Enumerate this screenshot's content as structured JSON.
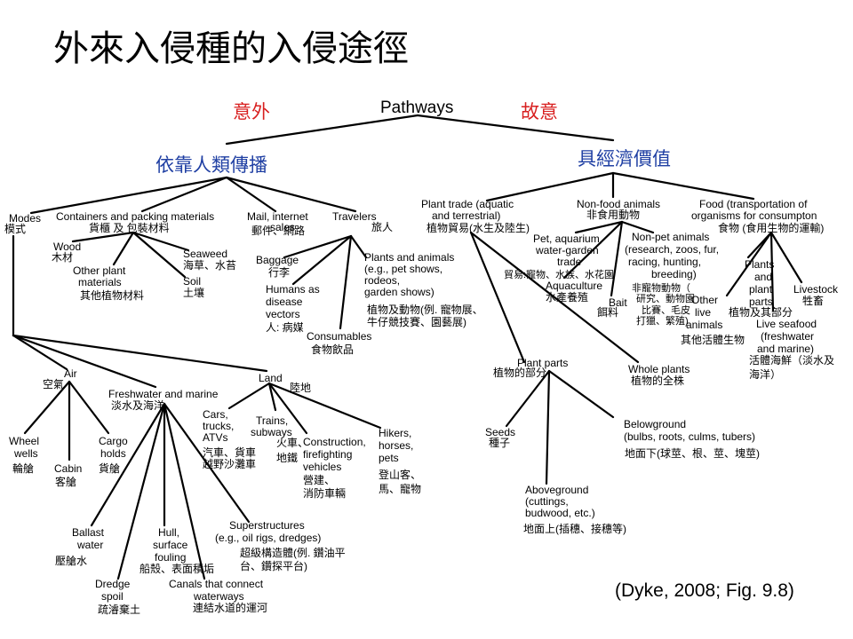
{
  "title": "外來入侵種的入侵途徑",
  "citation": "(Dyke, 2008; Fig. 9.8)",
  "colors": {
    "red": "#d81f1f",
    "blue": "#1f3fa3",
    "line": "#000000"
  },
  "root": {
    "en": "Pathways",
    "accidental_zh": "意外",
    "intentional_zh": "故意"
  },
  "accidental": {
    "label_zh": "依靠人類傳播",
    "modes": {
      "en": "Modes",
      "zh": "模式"
    },
    "containers": {
      "en": "Containers and packing materials",
      "zh": "貨櫃 及 包裝材料",
      "wood_en": "Wood",
      "wood_zh": "木材",
      "other_en_1": "Other plant",
      "other_en_2": "materials",
      "other_zh": "其他植物材料",
      "seaweed_en": "Seaweed",
      "seaweed_zh": "海草、水苔",
      "soil_en": "Soil",
      "soil_zh": "土壤"
    },
    "mail": {
      "en_1": "Mail, internet",
      "en_2": "sales",
      "zh": "郵件、網路"
    },
    "travelers": {
      "en": "Travelers",
      "zh": "旅人",
      "baggage_en": "Baggage",
      "baggage_zh": "行李",
      "humans_en": [
        "Humans as",
        "disease",
        "vectors"
      ],
      "humans_zh": "人: 病媒",
      "consumables_en": "Consumables",
      "consumables_zh": "食物飲品",
      "plants_en": [
        "Plants and animals",
        "(e.g., pet shows,",
        "rodeos,",
        "garden shows)"
      ],
      "plants_zh_1": "植物及動物(例. 寵物展、",
      "plants_zh_2": "牛仔競技賽、園藝展)"
    },
    "air": {
      "en": "Air",
      "zh": "空氣",
      "wheel_en": [
        "Wheel",
        "wells"
      ],
      "wheel_zh": "輪艙",
      "cabin_en": "Cabin",
      "cabin_zh": "客艙",
      "cargo_en": [
        "Cargo",
        "holds"
      ],
      "cargo_zh": "貨艙"
    },
    "marine": {
      "en": "Freshwater and marine",
      "zh": "淡水及海洋",
      "ballast_en": [
        "Ballast",
        "water"
      ],
      "ballast_zh": "壓艙水",
      "dredge_en": [
        "Dredge",
        "spoil"
      ],
      "dredge_zh": "疏濬棄土",
      "hull_en": [
        "Hull,",
        "surface",
        "fouling"
      ],
      "hull_zh": "船殼、表面積垢",
      "canals_en": [
        "Canals that connect",
        "waterways"
      ],
      "canals_zh": "連結水道的運河",
      "super_en": [
        "Superstructures",
        "(e.g., oil rigs, dredges)"
      ],
      "super_zh_1": "超級構造體(例. 鑽油平",
      "super_zh_2": "台、鑽探平台)"
    },
    "land": {
      "en": "Land",
      "zh": "陸地",
      "cars_en": [
        "Cars,",
        "trucks,",
        "ATVs"
      ],
      "cars_zh_1": "汽車、貨車",
      "cars_zh_2": "越野沙灘車",
      "trains_en": [
        "Trains,",
        "subways"
      ],
      "trains_zh_1": "火車、",
      "trains_zh_2": "地鐵",
      "construction_en": [
        "Construction,",
        "firefighting",
        "vehicles"
      ],
      "construction_zh_1": "營建、",
      "construction_zh_2": "消防車輛",
      "hikers_en": [
        "Hikers,",
        "horses,",
        "pets"
      ],
      "hikers_zh_1": "登山客、",
      "hikers_zh_2": "馬、寵物"
    }
  },
  "intentional": {
    "label_zh": "具經濟價值",
    "plant_trade": {
      "en_1": "Plant trade (aquatic",
      "en_2": "and terrestrial)",
      "zh": "植物貿易(水生及陸生)",
      "parts_en": "Plant parts",
      "parts_zh": "植物的部分",
      "whole_en": "Whole plants",
      "whole_zh": "植物的全株",
      "seeds_en": "Seeds",
      "seeds_zh": "種子",
      "below_en_1": "Belowground",
      "below_en_2": "(bulbs, roots, culms, tubers)",
      "below_zh": "地面下(球莖、根、莖、塊莖)",
      "above_en": [
        "Aboveground",
        "(cuttings,",
        "budwood, etc.)"
      ],
      "above_zh": "地面上(插穗、接穗等)"
    },
    "nonfood": {
      "en": "Non-food animals",
      "zh": "非食用動物",
      "pet_en": [
        "Pet, aquarium,",
        "water-garden",
        "trade"
      ],
      "pet_zh": "貿易:寵物、水族、水花園",
      "aqua_en": "Aquaculture",
      "aqua_zh": "水產養殖",
      "bait_en": "Bait",
      "bait_zh": "餌料",
      "nonpet_en": [
        "Non-pet animals",
        "(research, zoos, fur,",
        "racing, hunting,",
        "breeding)"
      ],
      "nonpet_zh": [
        "非寵物動物（",
        "研究、動物園",
        "比賽、毛皮",
        "打獵、繁殖)"
      ]
    },
    "food": {
      "en_1": "Food (transportation of",
      "en_2": "organisms for consumpton",
      "zh": "食物 (食用生物的運輸)",
      "plants_en": [
        "Plants",
        "and",
        "plant",
        "parts"
      ],
      "plants_zh": "植物及其部分",
      "other_en": [
        "Other",
        "live",
        "animals"
      ],
      "other_zh": "其他活體生物",
      "livestock_en": "Livestock",
      "livestock_zh": "牲畜",
      "seafood_en": [
        "Live seafood",
        "(freshwater",
        "and marine)"
      ],
      "seafood_zh_1": "活體海鮮（淡水及",
      "seafood_zh_2": "海洋）"
    }
  }
}
